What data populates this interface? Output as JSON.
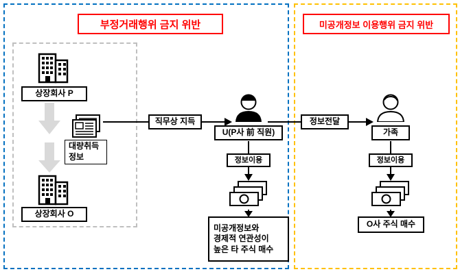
{
  "diagram": {
    "sections": {
      "left": {
        "title": "부정거래행위 금지 위반",
        "border_color": "#0070C0"
      },
      "right": {
        "title": "미공개정보 이용행위 금지 위반",
        "border_color": "#FFC000"
      }
    },
    "title_color": "#FF0000",
    "nodes": {
      "company_p": "상장회사 P",
      "bulk_info": "대량취득\n정보",
      "company_o": "상장회사 O",
      "person_u": "U(P사 前 직원)",
      "info_use": "정보이용",
      "purchase_other": "미공개정보와\n경제적 연관성이\n높은 타 주식 매수",
      "family": "가족",
      "purchase_o": "O사 주식 매수"
    },
    "edges": {
      "acquire": "직무상 지득",
      "transfer": "정보전달"
    },
    "icons": [
      "building-icon",
      "newspaper-icon",
      "person-icon",
      "person-outline-icon",
      "banknotes-icon"
    ],
    "colors": {
      "gray_arrow": "#D9D9D9",
      "inner_box_border": "#BFBFBF",
      "arrow": "#000000"
    }
  }
}
